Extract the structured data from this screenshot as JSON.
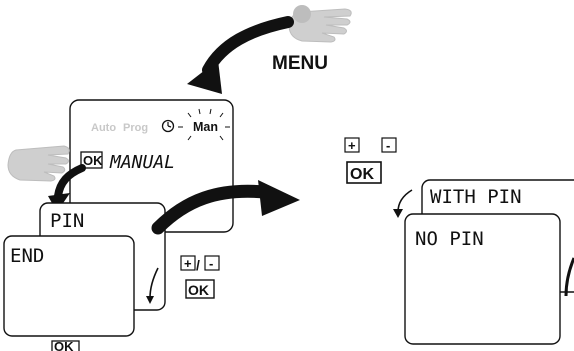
{
  "labels": {
    "menu": "MENU",
    "auto": "Auto",
    "prog": "Prog",
    "man": "Man",
    "ok": "OK",
    "manual": "MANUAL",
    "pin": "PIN",
    "end": "END",
    "with_pin": "WITH PIN",
    "no_pin": "NO PIN",
    "plus": "+",
    "minus": "-",
    "slash": "/"
  },
  "icons": {
    "hand_press": "pointing-hand-icon",
    "clock": "clock-icon",
    "arrow": "curved-arrow-icon"
  },
  "colors": {
    "ink": "#111111",
    "hand_gray": "#c9c9c9",
    "inactive_text": "#c8c8c8"
  }
}
